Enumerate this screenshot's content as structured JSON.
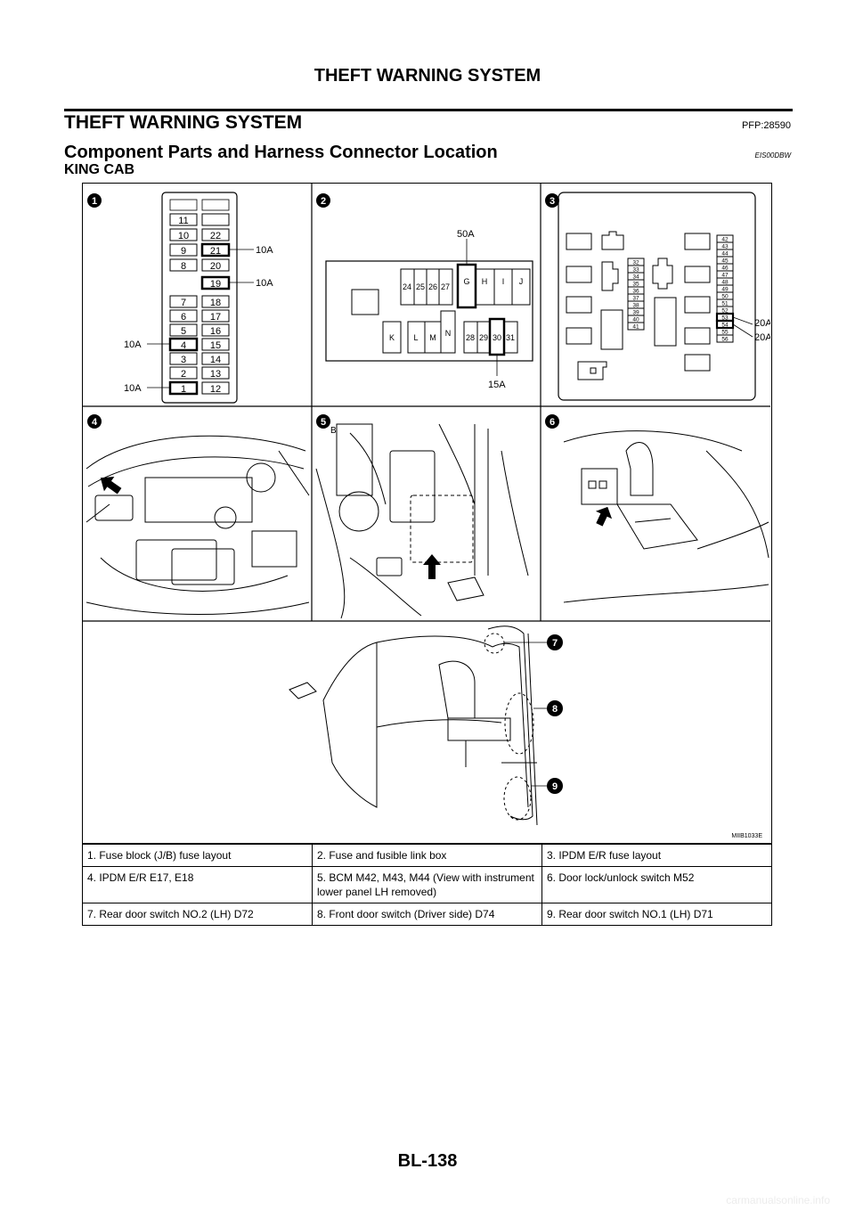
{
  "page": {
    "header": "THEFT WARNING SYSTEM",
    "section_title": "THEFT WARNING SYSTEM",
    "section_code": "PFP:28590",
    "subsection_title": "Component Parts and Harness Connector Location",
    "subsection_code": "EIS00DBW",
    "cab_label": "KING CAB",
    "footer": "BL-138",
    "watermark": "carmanualsonline.info"
  },
  "figure": {
    "code": "MIIB1033E",
    "callouts": [
      "1",
      "2",
      "3",
      "4",
      "5",
      "6",
      "7",
      "8",
      "9"
    ],
    "panel1": {
      "fuse_left": [
        "11",
        "10",
        "9",
        "8",
        "7",
        "6",
        "5",
        "4",
        "3",
        "2",
        "1"
      ],
      "fuse_right": [
        "",
        "22",
        "21",
        "20",
        "19",
        "18",
        "17",
        "16",
        "15",
        "14",
        "13",
        "12"
      ],
      "amp_21": "10A",
      "amp_19": "10A",
      "amp_4": "10A",
      "amp_1": "10A"
    },
    "panel2": {
      "top_row": [
        "24",
        "25",
        "26",
        "27",
        "G",
        "H",
        "I",
        "J"
      ],
      "bottom_row": [
        "K",
        "L",
        "M",
        "N",
        "28",
        "29",
        "30",
        "31"
      ],
      "amp_g": "50A",
      "amp_30": "15A"
    },
    "panel3": {
      "mid_column": [
        "32",
        "33",
        "34",
        "35",
        "36",
        "37",
        "38",
        "39",
        "40",
        "41"
      ],
      "right_column": [
        "42",
        "43",
        "44",
        "45",
        "46",
        "47",
        "48",
        "49",
        "50",
        "51",
        "52",
        "53",
        "54",
        "55",
        "56"
      ],
      "amp_52": "20A",
      "amp_53": "20A"
    },
    "panel5_mark": "B"
  },
  "legend": [
    [
      "1. Fuse block (J/B) fuse layout",
      "2. Fuse and fusible link box",
      "3. IPDM E/R fuse layout"
    ],
    [
      "4. IPDM E/R E17, E18",
      "5. BCM M42, M43, M44 (View with instrument lower panel LH removed)",
      "6. Door lock/unlock switch M52"
    ],
    [
      "7. Rear door switch NO.2 (LH) D72",
      "8. Front door switch (Driver side) D74",
      "9. Rear door switch NO.1 (LH) D71"
    ]
  ]
}
